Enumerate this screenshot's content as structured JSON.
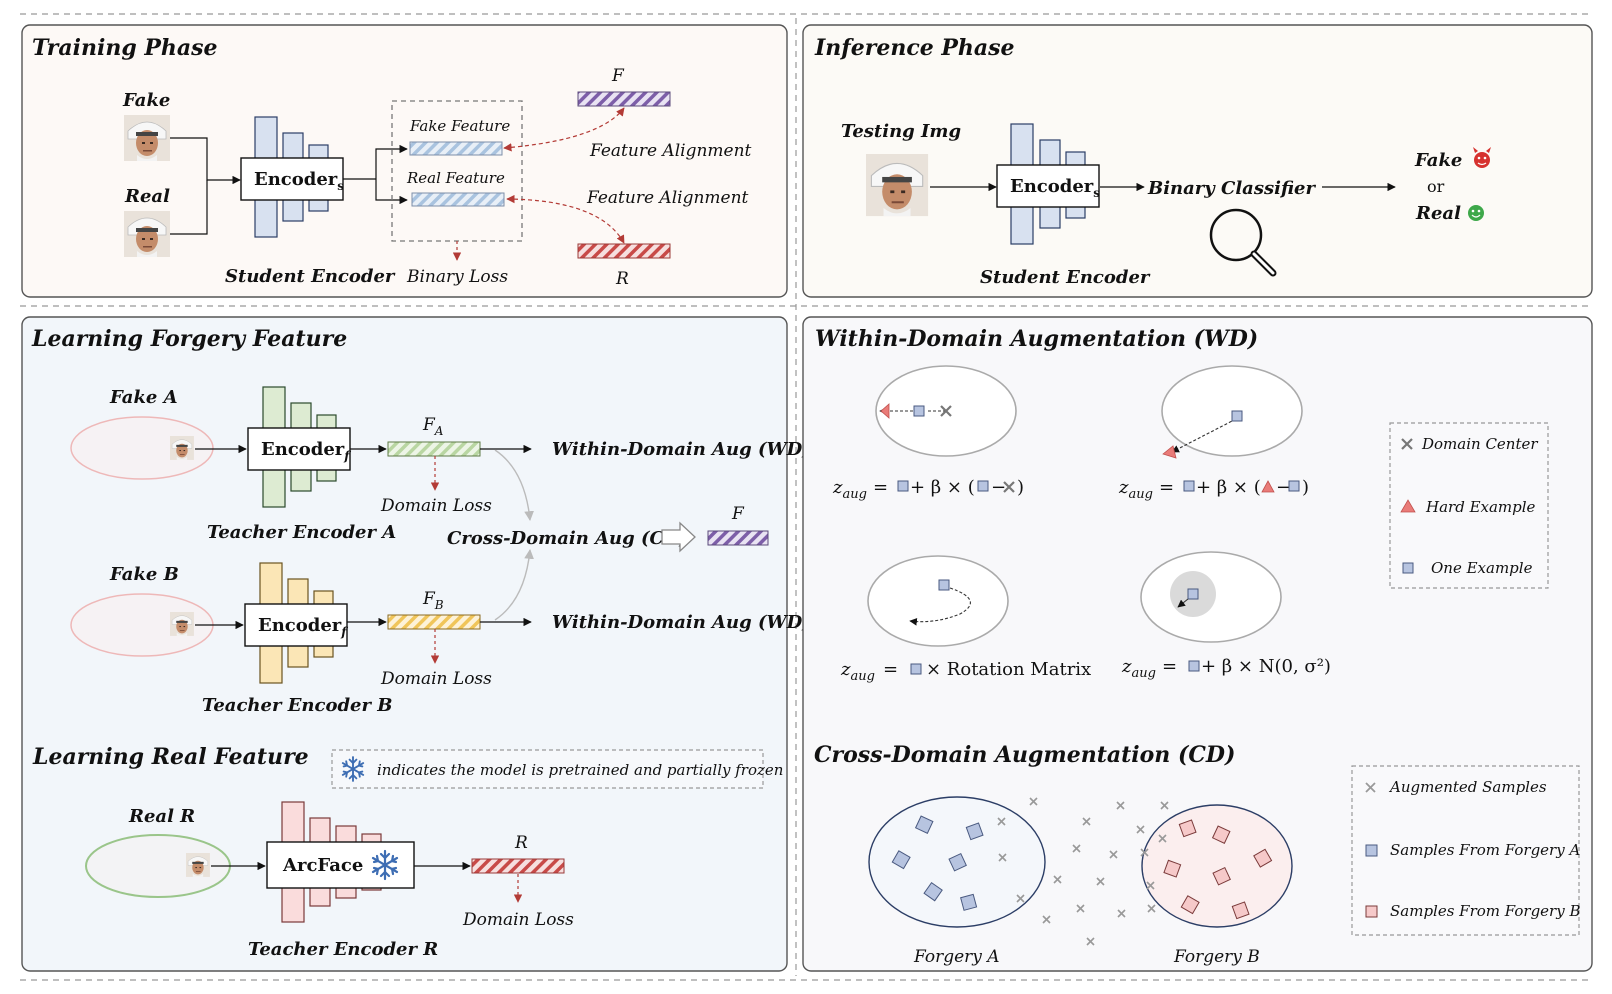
{
  "training": {
    "title": "Training Phase",
    "fake_label": "Fake",
    "real_label": "Real",
    "encoder_base": "Encoder",
    "encoder_sub": "s",
    "student_label": "Student Encoder",
    "fake_feature": "Fake Feature",
    "real_feature": "Real Feature",
    "binary_loss": "Binary Loss",
    "f_label": "F",
    "r_label": "R",
    "alignment_top": "Feature Alignment",
    "alignment_bottom": "Feature Alignment"
  },
  "inference": {
    "title": "Inference Phase",
    "testing_img": "Testing Img",
    "encoder_base": "Encoder",
    "encoder_sub": "s",
    "classifier": "Binary Classifier",
    "fake": "Fake",
    "or": "or",
    "real": "Real",
    "student_label": "Student Encoder"
  },
  "forgery": {
    "title": "Learning Forgery Feature",
    "fake_a": "Fake A",
    "fake_b": "Fake B",
    "encoder_base": "Encoder",
    "encoder_sub": "f",
    "fa_base": "F",
    "fa_sub": "A",
    "fb_base": "F",
    "fb_sub": "B",
    "domain_loss": "Domain Loss",
    "wd_aug": "Within-Domain Aug (WD)",
    "cd_aug": "Cross-Domain Aug (CD)",
    "f_label": "F",
    "teacher_a": "Teacher Encoder A",
    "teacher_b": "Teacher Encoder B"
  },
  "real_feature": {
    "title": "Learning Real Feature",
    "note": "indicates the model is pretrained and partially frozen",
    "real_r": "Real R",
    "arcface": "ArcFace",
    "r_label": "R",
    "domain_loss": "Domain Loss",
    "teacher_r": "Teacher Encoder R"
  },
  "wd": {
    "title": "Within-Domain Augmentation (WD)",
    "z_base": "z",
    "z_sub": "aug",
    "eq_eq": "=",
    "eq_plus_beta_times": "+ β × (",
    "eq_minus": "−",
    "eq_close": ")",
    "eq_times_rotation": "× Rotation Matrix",
    "eq_normal": "+ β × N(0, σ²)",
    "legend": [
      "Domain Center",
      "Hard Example",
      "One Example"
    ]
  },
  "cd": {
    "title": "Cross-Domain Augmentation (CD)",
    "forgery_a": "Forgery A",
    "forgery_b": "Forgery B",
    "legend": [
      "Augmented Samples",
      "Samples From Forgery A",
      "Samples From Forgery B"
    ]
  },
  "colors": {
    "panel_warm": "#fdf9f6",
    "panel_blue": "#f2f6fa",
    "panel_gray": "#f8f8fa",
    "encoder_blue": "#d8e1f0",
    "encoder_green": "#ddebd2",
    "encoder_yellow": "#fbe6b6",
    "encoder_pink": "#fadcdc",
    "loss_red": "#b33b36",
    "feature_purple": "#7d5ea8",
    "feature_red": "#c84a48",
    "feature_lightblue": "#a9c3df",
    "feature_green": "#b9d6a2",
    "feature_yellow": "#f0c55a"
  }
}
